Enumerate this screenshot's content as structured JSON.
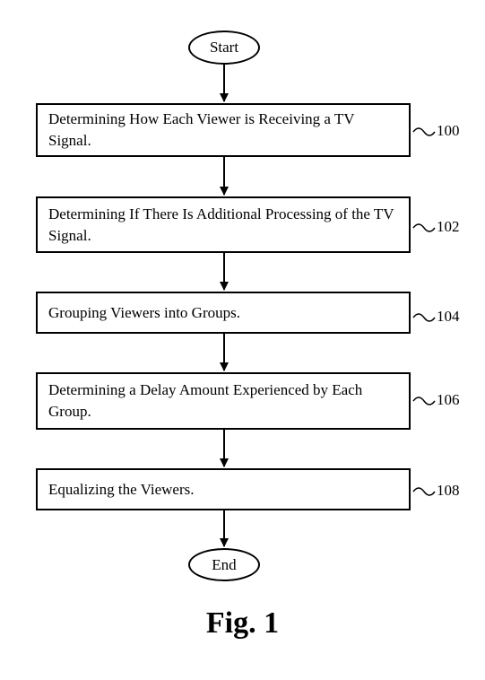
{
  "diagram": {
    "start_label": "Start",
    "end_label": "End",
    "steps": [
      {
        "text": "Determining How Each Viewer is Receiving a TV Signal.",
        "ref": "100"
      },
      {
        "text": "Determining If There Is Additional Processing of the TV Signal.",
        "ref": "102"
      },
      {
        "text": "Grouping Viewers into Groups.",
        "ref": "104"
      },
      {
        "text": "Determining a Delay Amount Experienced by Each Group.",
        "ref": "106"
      },
      {
        "text": "Equalizing the Viewers.",
        "ref": "108"
      }
    ],
    "figure_label": "Fig. 1"
  }
}
